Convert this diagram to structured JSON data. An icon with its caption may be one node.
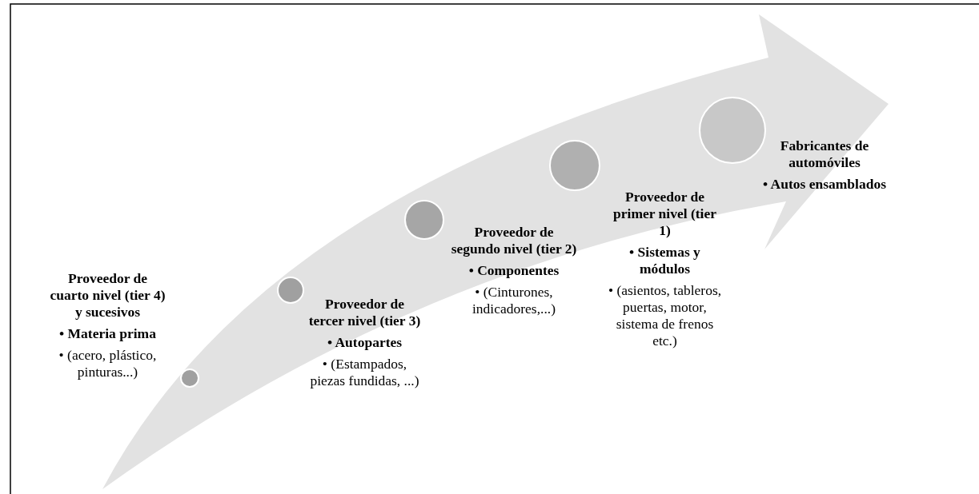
{
  "diagram": {
    "nodes": [
      {
        "text": [],
        "shape": "circle"
      },
      {
        "text": [
          "Proveedor de cuarto nivel (tier 4) y sucesivos",
          "• Materia prima",
          "• (acero, plástico, pinturas...)"
        ]
      },
      {
        "text": [],
        "shape": "circle"
      },
      {
        "text": [
          "Proveedor de tercer nivel (tier 3)",
          "• Autopartes",
          "• (Estampados, piezas fundidas, ...)"
        ]
      },
      {
        "text": [],
        "shape": "circle"
      },
      {
        "text": [
          "Proveedor de segundo nivel (tier 2)",
          "• Componentes",
          "• (Cinturones, indicadores,...)"
        ]
      },
      {
        "text": [],
        "shape": "circle"
      },
      {
        "text": [
          "Proveedor de primer nivel (tier 1)",
          "• Sistemas y módulos",
          "• (asientos, tableros, puertas, motor, sistema de frenos etc.)"
        ]
      },
      {
        "text": [],
        "shape": "circle"
      },
      {
        "text": [
          "Fabricantes de automóviles",
          "• Autos ensamblados"
        ]
      }
    ]
  }
}
